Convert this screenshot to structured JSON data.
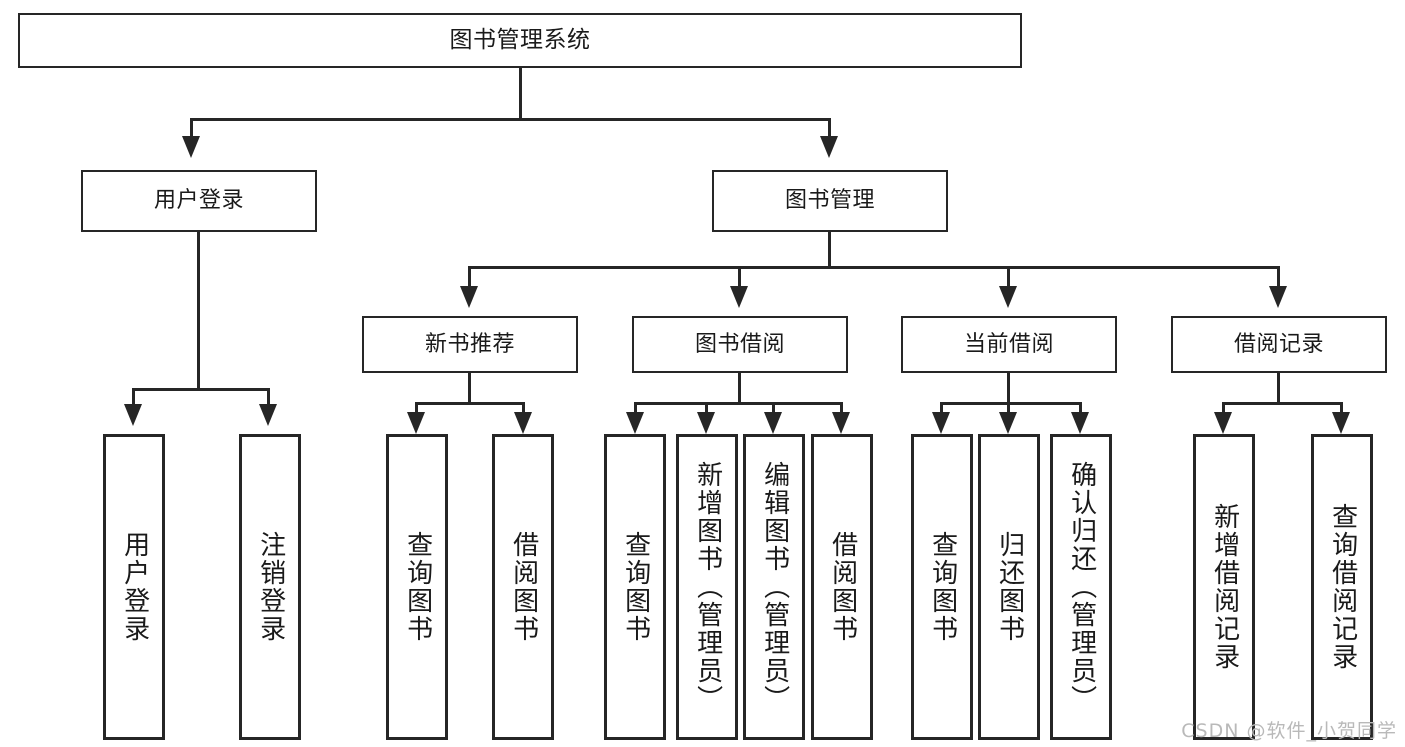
{
  "diagram": {
    "title": "图书管理系统",
    "watermark": "CSDN @软件_小贺同学",
    "levels": {
      "root": "图书管理系统",
      "level2": [
        "用户登录",
        "图书管理"
      ],
      "level3": [
        "新书推荐",
        "图书借阅",
        "当前借阅",
        "借阅记录"
      ]
    },
    "nodes": {
      "root": {
        "label": "图书管理系统"
      },
      "user_login": {
        "label": "用户登录"
      },
      "book_manage": {
        "label": "图书管理"
      },
      "new_book_rec": {
        "label": "新书推荐"
      },
      "book_borrow": {
        "label": "图书借阅"
      },
      "current_borrow": {
        "label": "当前借阅"
      },
      "borrow_record": {
        "label": "借阅记录"
      },
      "leaf_user_login": {
        "label": "用户登录"
      },
      "leaf_logout": {
        "label": "注销登录"
      },
      "leaf_query_book_1": {
        "label": "查询图书"
      },
      "leaf_borrow_book_1": {
        "label": "借阅图书"
      },
      "leaf_query_book_2": {
        "label": "查询图书"
      },
      "leaf_add_book_admin": {
        "label": "新增图书（管理员）"
      },
      "leaf_edit_book_admin": {
        "label": "编辑图书（管理员）"
      },
      "leaf_borrow_book_2": {
        "label": "借阅图书"
      },
      "leaf_query_book_3": {
        "label": "查询图书"
      },
      "leaf_return_book": {
        "label": "归还图书"
      },
      "leaf_confirm_return_admin": {
        "label": "确认归还（管理员）"
      },
      "leaf_add_record": {
        "label": "新增借阅记录"
      },
      "leaf_query_record": {
        "label": "查询借阅记录"
      }
    },
    "colors": {
      "stroke": "#262626",
      "fill": "#ffffff",
      "text": "#1a1a1a",
      "watermark": "#b9b9b9"
    }
  }
}
